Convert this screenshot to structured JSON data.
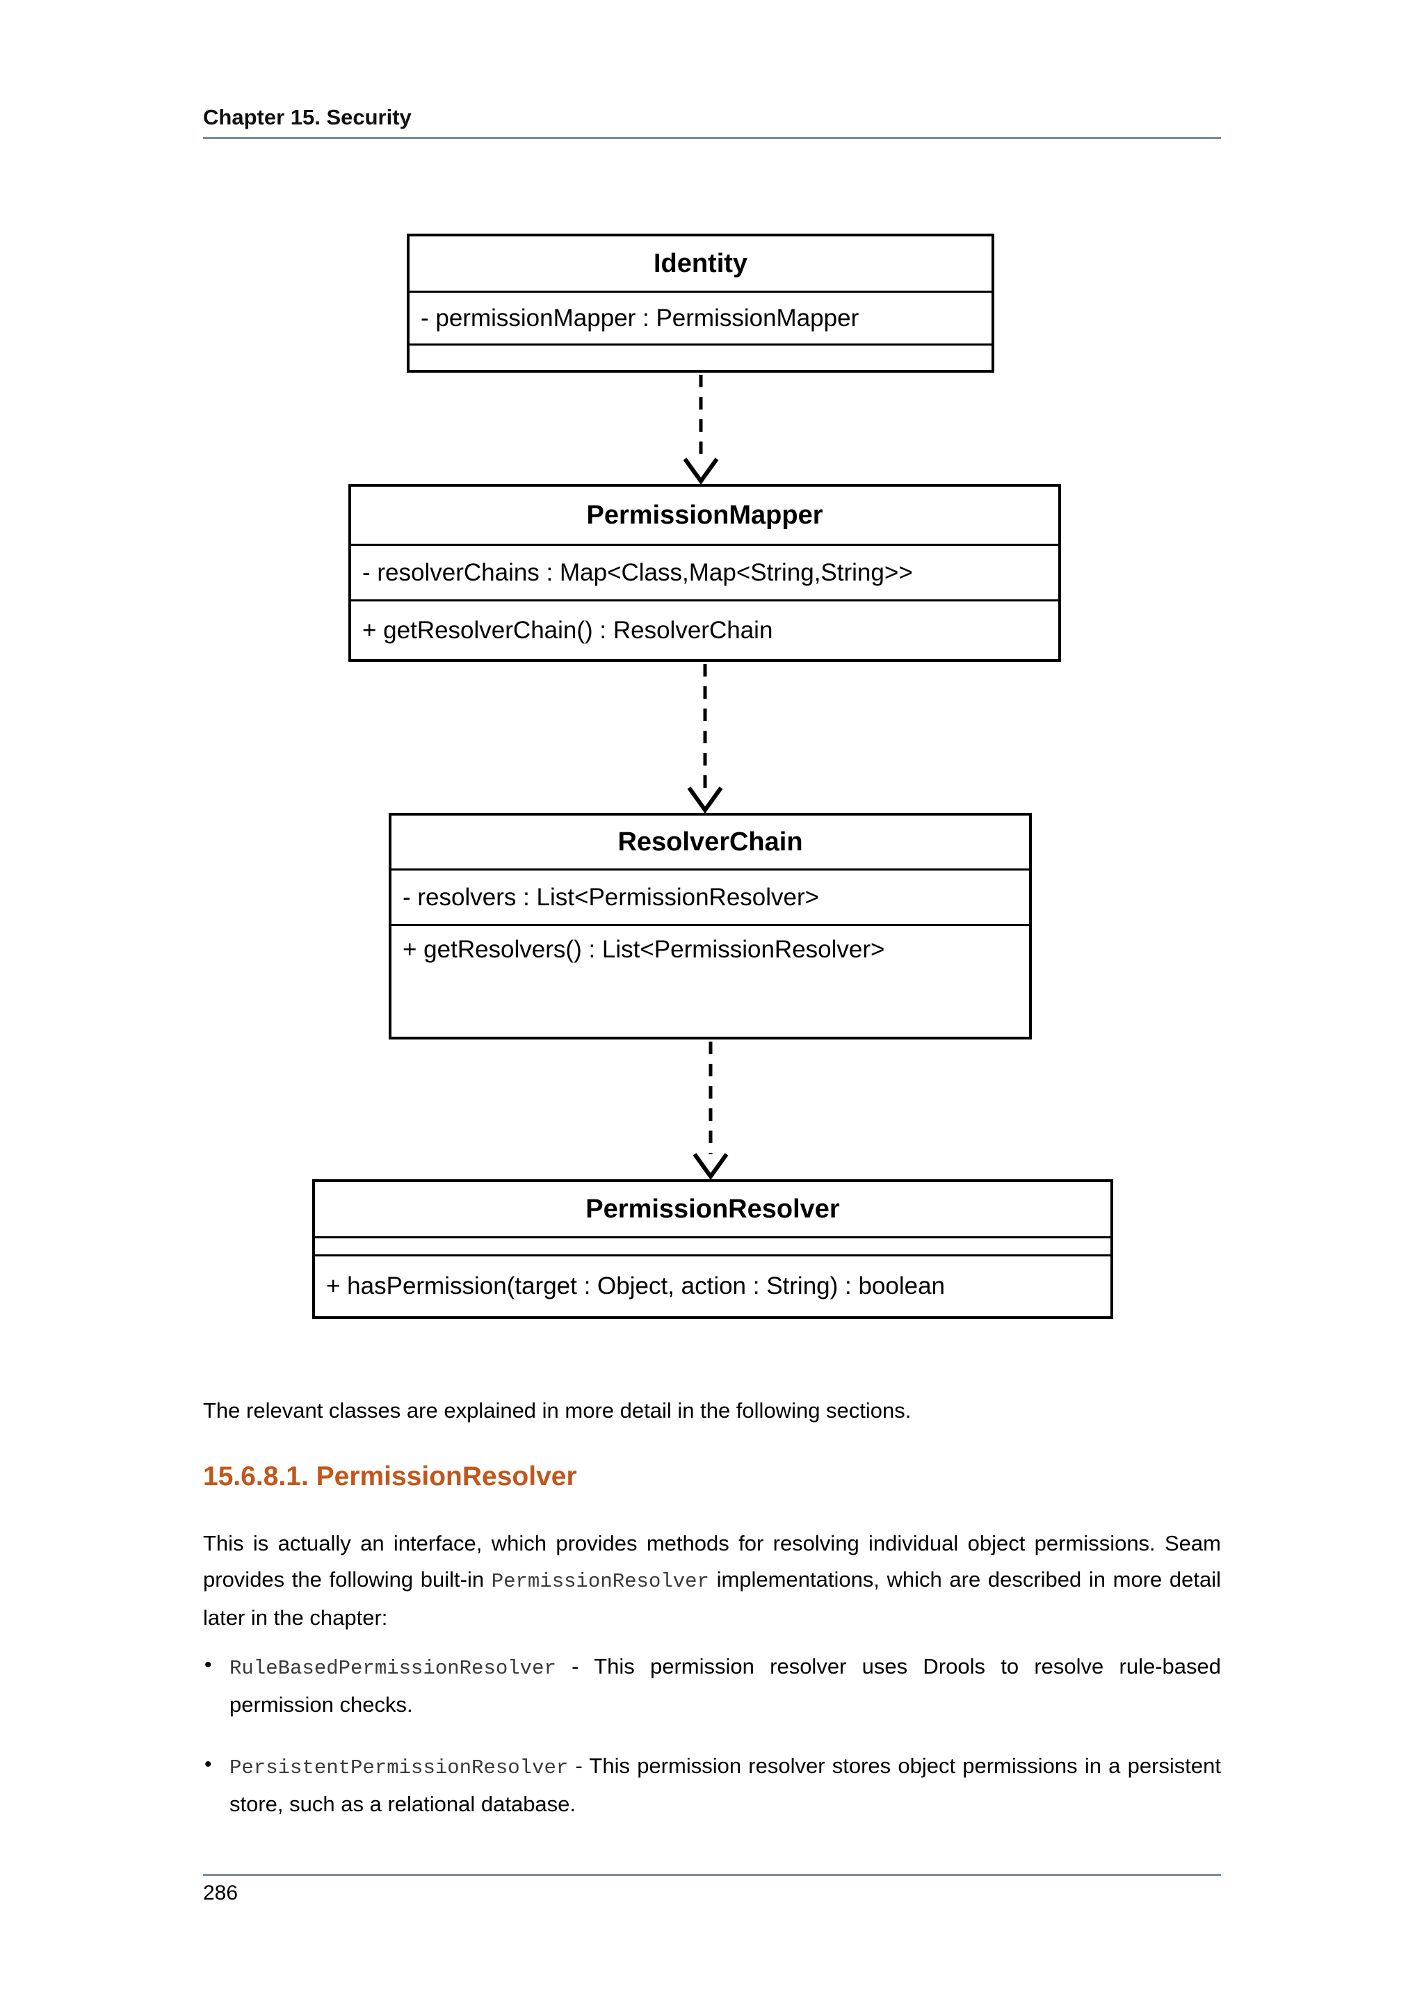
{
  "header": {
    "chapter_title": "Chapter 15. Security"
  },
  "footer": {
    "page_number": "286"
  },
  "colors": {
    "heading_orange": "#c2561b",
    "rule_gray_blue": "#7b8b9d",
    "text": "#000000"
  },
  "diagram": {
    "classes": [
      {
        "name": "Identity",
        "attributes": [
          "- permissionMapper : PermissionMapper"
        ],
        "methods": []
      },
      {
        "name": "PermissionMapper",
        "attributes": [
          "- resolverChains : Map<Class,Map<String,String>>"
        ],
        "methods": [
          "+ getResolverChain() : ResolverChain"
        ]
      },
      {
        "name": "ResolverChain",
        "attributes": [
          "- resolvers : List<PermissionResolver>"
        ],
        "methods": [
          "+ getResolvers() : List<PermissionResolver>"
        ]
      },
      {
        "name": "PermissionResolver",
        "attributes": [],
        "methods": [
          "+ hasPermission(target : Object, action : String) : boolean"
        ]
      }
    ],
    "dependencies": [
      {
        "from": "Identity",
        "to": "PermissionMapper"
      },
      {
        "from": "PermissionMapper",
        "to": "ResolverChain"
      },
      {
        "from": "ResolverChain",
        "to": "PermissionResolver"
      }
    ]
  },
  "content": {
    "bullet_marker": "•",
    "intro": "The relevant classes are explained in more detail in the following sections.",
    "heading": "15.6.8.1. PermissionResolver",
    "paragraph": {
      "before_code": "This is actually an interface, which provides methods for resolving individual object permissions. Seam provides the following built-in ",
      "code": "PermissionResolver",
      "after_code": " implementations, which are described in more detail later in the chapter:"
    },
    "bullets": [
      {
        "code": "RuleBasedPermissionResolver",
        "text": " - This permission resolver uses Drools to resolve rule-based permission checks."
      },
      {
        "code": "PersistentPermissionResolver",
        "text": " - This permission resolver stores object permissions in a persistent store, such as a relational database."
      }
    ]
  }
}
